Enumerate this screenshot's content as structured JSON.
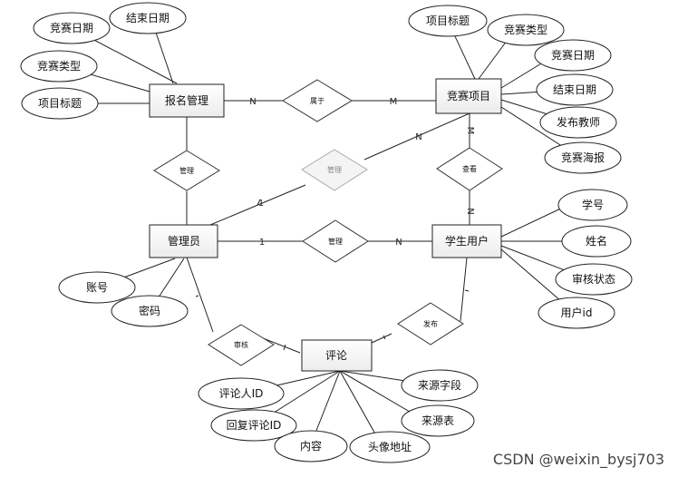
{
  "entities": {
    "registration": "报名管理",
    "competition": "竞赛项目",
    "admin": "管理员",
    "student": "学生用户",
    "comment": "评论"
  },
  "relationships": {
    "belongs_to": "属于",
    "manage_top": "管理",
    "manage_diag": "管理",
    "manage_mid": "管理",
    "view": "查看",
    "review": "审核",
    "publish": "发布"
  },
  "attributes": {
    "registration": [
      "结束日期",
      "竞赛日期",
      "竞赛类型",
      "项目标题"
    ],
    "competition": [
      "项目标题",
      "竞赛类型",
      "竞赛日期",
      "结束日期",
      "发布教师",
      "竞赛海报"
    ],
    "student": [
      "学号",
      "姓名",
      "审核状态",
      "用户id"
    ],
    "admin": [
      "账号",
      "密码"
    ],
    "comment": [
      "评论人ID",
      "来源字段",
      "回复评论ID",
      "来源表",
      "内容",
      "头像地址"
    ]
  },
  "cardinalities": {
    "reg_belongs": "N",
    "belongs_comp": "M",
    "admin_diag": "1",
    "diag_comp": "N",
    "comp_view": "M",
    "view_student": "N",
    "admin_mid": "1",
    "mid_student": "N"
  },
  "watermark": "CSDN @weixin_bysj703"
}
